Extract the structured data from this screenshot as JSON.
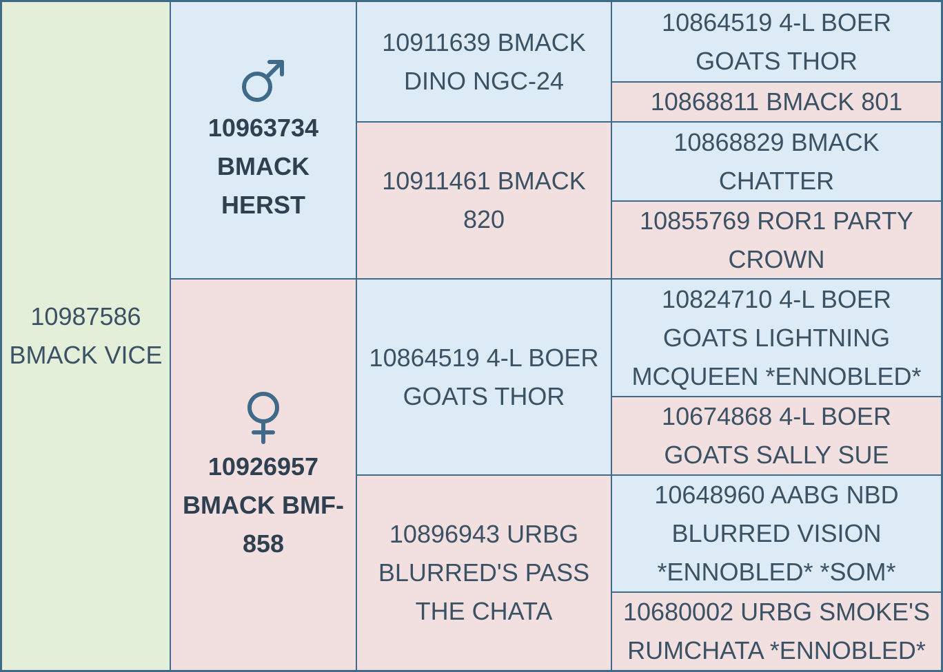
{
  "colors": {
    "border": "#3f6a89",
    "subject_bg": "#e4efda",
    "sire_bg": "#dcebf5",
    "dam_bg": "#f2dfe0",
    "text": "#3b5164"
  },
  "subject": {
    "name": "10987586 BMACK VICE"
  },
  "sire": {
    "symbol": "male-symbol",
    "name": "10963734 BMACK HERST",
    "sire": {
      "name": "10911639 BMACK DINO NGC-24",
      "sire": {
        "name": "10864519 4-L BOER GOATS THOR"
      },
      "dam": {
        "name": "10868811 BMACK 801"
      }
    },
    "dam": {
      "name": "10911461 BMACK 820",
      "sire": {
        "name": "10868829 BMACK CHATTER"
      },
      "dam": {
        "name": "10855769 ROR1 PARTY CROWN"
      }
    }
  },
  "dam": {
    "symbol": "female-symbol",
    "name": "10926957 BMACK BMF-858",
    "sire": {
      "name": "10864519 4-L BOER GOATS THOR",
      "sire": {
        "name": "10824710 4-L BOER GOATS LIGHTNING MCQUEEN *ENNOBLED*"
      },
      "dam": {
        "name": "10674868 4-L BOER GOATS SALLY SUE"
      }
    },
    "dam": {
      "name": "10896943 URBG BLURRED'S PASS THE CHATA",
      "sire": {
        "name": "10648960 AABG NBD BLURRED VISION *ENNOBLED* *SOM*"
      },
      "dam": {
        "name": "10680002 URBG SMOKE'S RUMCHATA *ENNOBLED*"
      }
    }
  }
}
